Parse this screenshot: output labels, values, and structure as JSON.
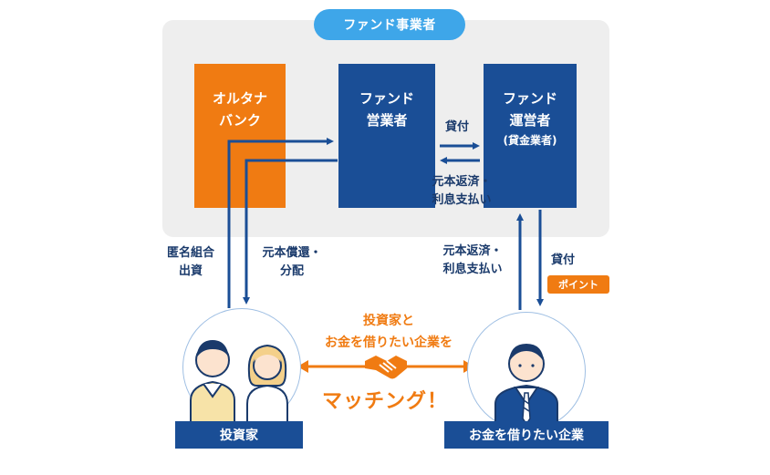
{
  "operator_label": "ファンド事業者",
  "boxes": {
    "orutana": {
      "line1": "オルタナ",
      "line2": "バンク"
    },
    "sales": {
      "line1": "ファンド",
      "line2": "営業者"
    },
    "manager": {
      "line1": "ファンド",
      "line2": "運営者",
      "line3": "(貸金業者)"
    }
  },
  "flows": {
    "loan_top": "貸付",
    "repay_top_1": "元本返済・",
    "repay_top_2": "利息支払い",
    "invest_1": "匿名組合",
    "invest_2": "出資",
    "redemption_1": "元本償還・",
    "redemption_2": "分配",
    "repay_right_1": "元本返済・",
    "repay_right_2": "利息支払い",
    "loan_right": "貸付",
    "point_badge": "ポイント"
  },
  "matching": {
    "line1": "投資家と",
    "line2": "お金を借りたい企業を",
    "headline": "マッチング！"
  },
  "parties": {
    "investor": "投資家",
    "company": "お金を借りたい企業"
  },
  "colors": {
    "orange": "#f07b12",
    "navy": "#1a4e96",
    "sky": "#3ea6e9",
    "panel": "#eeeeee"
  }
}
